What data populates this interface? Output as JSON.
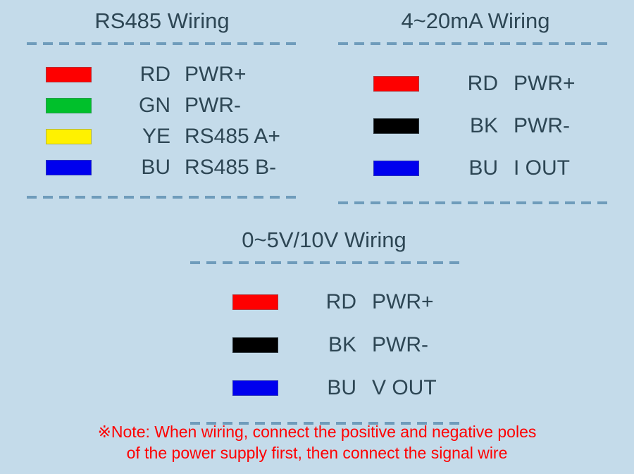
{
  "background_color": "#c4dbea",
  "text_color": "#2d4654",
  "rule_color": "#6f9cbb",
  "panels": [
    {
      "id": "rs485",
      "title": "RS485 Wiring",
      "rows": [
        {
          "color": "#fe0000",
          "color_name": "red-swatch",
          "code": "RD",
          "value": "PWR+"
        },
        {
          "color": "#00c02b",
          "color_name": "green-swatch",
          "code": "GN",
          "value": "PWR-"
        },
        {
          "color": "#fff100",
          "color_name": "yellow-swatch",
          "code": "YE",
          "value": "RS485 A+"
        },
        {
          "color": "#0000ee",
          "color_name": "blue-swatch",
          "code": "BU",
          "value": "RS485 B-"
        }
      ]
    },
    {
      "id": "ma",
      "title": "4~20mA Wiring",
      "rows": [
        {
          "color": "#fe0000",
          "color_name": "red-swatch",
          "code": "RD",
          "value": "PWR+"
        },
        {
          "color": "#000000",
          "color_name": "black-swatch",
          "code": "BK",
          "value": "PWR-"
        },
        {
          "color": "#0000ee",
          "color_name": "blue-swatch",
          "code": "BU",
          "value": "I OUT"
        }
      ]
    },
    {
      "id": "v",
      "title": "0~5V/10V Wiring",
      "rows": [
        {
          "color": "#fe0000",
          "color_name": "red-swatch",
          "code": "RD",
          "value": "PWR+"
        },
        {
          "color": "#000000",
          "color_name": "black-swatch",
          "code": "BK",
          "value": "PWR-"
        },
        {
          "color": "#0000ee",
          "color_name": "blue-swatch",
          "code": "BU",
          "value": "V OUT"
        }
      ]
    }
  ],
  "note": {
    "color": "#fe0000",
    "line1": "※Note: When wiring, connect the positive and negative poles",
    "line2": "of the power supply first, then connect the signal wire"
  }
}
